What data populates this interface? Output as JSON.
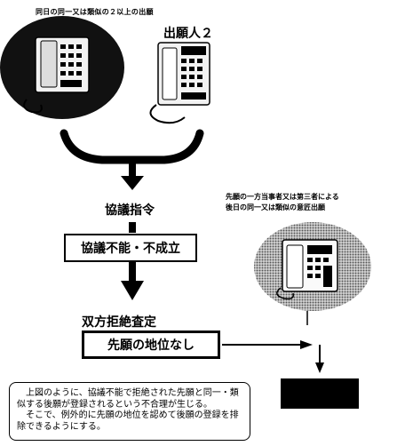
{
  "header": {
    "top_caption": "同日の同一又は類似の２以上の出願",
    "applicant2_label": "出願人２"
  },
  "flow": {
    "step1": "協議指令",
    "step2": "協議不能・不成立",
    "step3": "双方拒絶査定",
    "step4": "先願の地位なし"
  },
  "third_party": {
    "caption_line1": "先願の一方当事者又は第三者による",
    "caption_line2": "後日の同一又は類似の意匠出願"
  },
  "note": {
    "text": "　上図のように、協議不能で拒絶された先願と同一・類似する後願が登録されるという不合理が生じる。\n　そこで、例外的に先願の地位を認めて後願の登録を排除できるようにする。"
  },
  "colors": {
    "ink": "#000000",
    "phone_body": "#f2f2f2",
    "dark_bg": "#111111",
    "halftone": "#8a8a8a"
  }
}
